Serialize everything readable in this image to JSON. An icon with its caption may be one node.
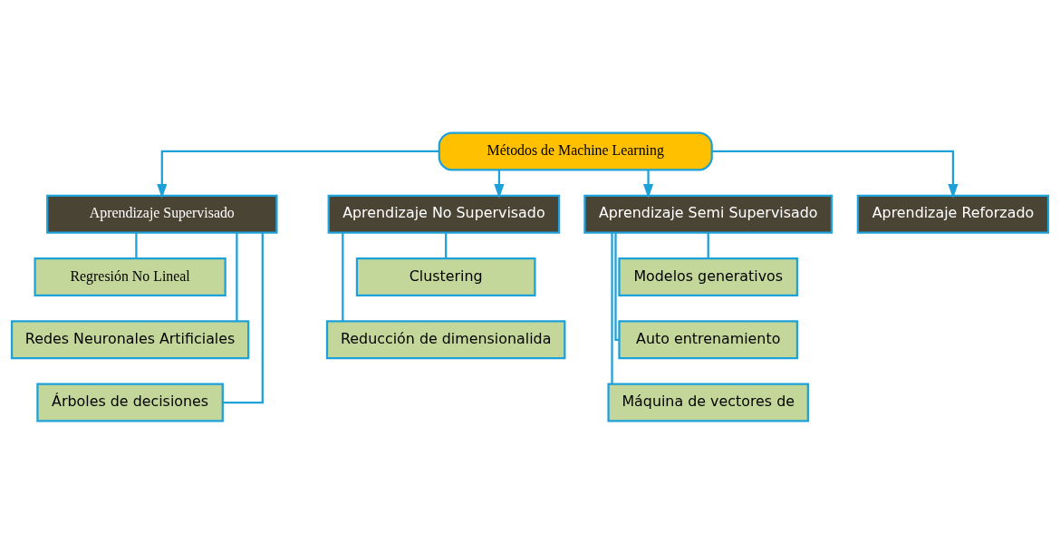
{
  "diagram": {
    "nodes": [
      {
        "text": [
          "Métodos de Machine Learning"
        ]
      },
      {
        "text": [
          "Aprendizaje Supervisado"
        ]
      },
      {
        "text": [
          "Aprendizaje No Supervisado"
        ]
      },
      {
        "text": [
          "Aprendizaje Semi Supervisado"
        ]
      },
      {
        "text": [
          "Aprendizaje Reforzado"
        ]
      },
      {
        "text": [
          "Regresión No Lineal"
        ]
      },
      {
        "text": [
          "Redes Neuronales Artificiales"
        ]
      },
      {
        "text": [
          "Árboles de decisiones"
        ]
      },
      {
        "text": [
          "Clustering"
        ]
      },
      {
        "text": [
          "Reducción de dimensionalida"
        ]
      },
      {
        "text": [
          "Modelos generativos"
        ]
      },
      {
        "text": [
          "Auto entrenamiento"
        ]
      },
      {
        "text": [
          "Máquina de vectores de"
        ]
      }
    ],
    "edges": [
      {
        "from": 0,
        "to": 1,
        "arrow": "to"
      },
      {
        "from": 0,
        "to": 2,
        "arrow": "to"
      },
      {
        "from": 0,
        "to": 3,
        "arrow": "to"
      },
      {
        "from": 0,
        "to": 4,
        "arrow": "to"
      },
      {
        "from": 1,
        "to": 5,
        "arrow": "none"
      },
      {
        "from": 1,
        "to": 6,
        "arrow": "none"
      },
      {
        "from": 1,
        "to": 7,
        "arrow": "none"
      },
      {
        "from": 2,
        "to": 8,
        "arrow": "none"
      },
      {
        "from": 2,
        "to": 9,
        "arrow": "none"
      },
      {
        "from": 3,
        "to": 10,
        "arrow": "none"
      },
      {
        "from": 3,
        "to": 11,
        "arrow": "none"
      },
      {
        "from": 3,
        "to": 12,
        "arrow": "none"
      }
    ]
  }
}
